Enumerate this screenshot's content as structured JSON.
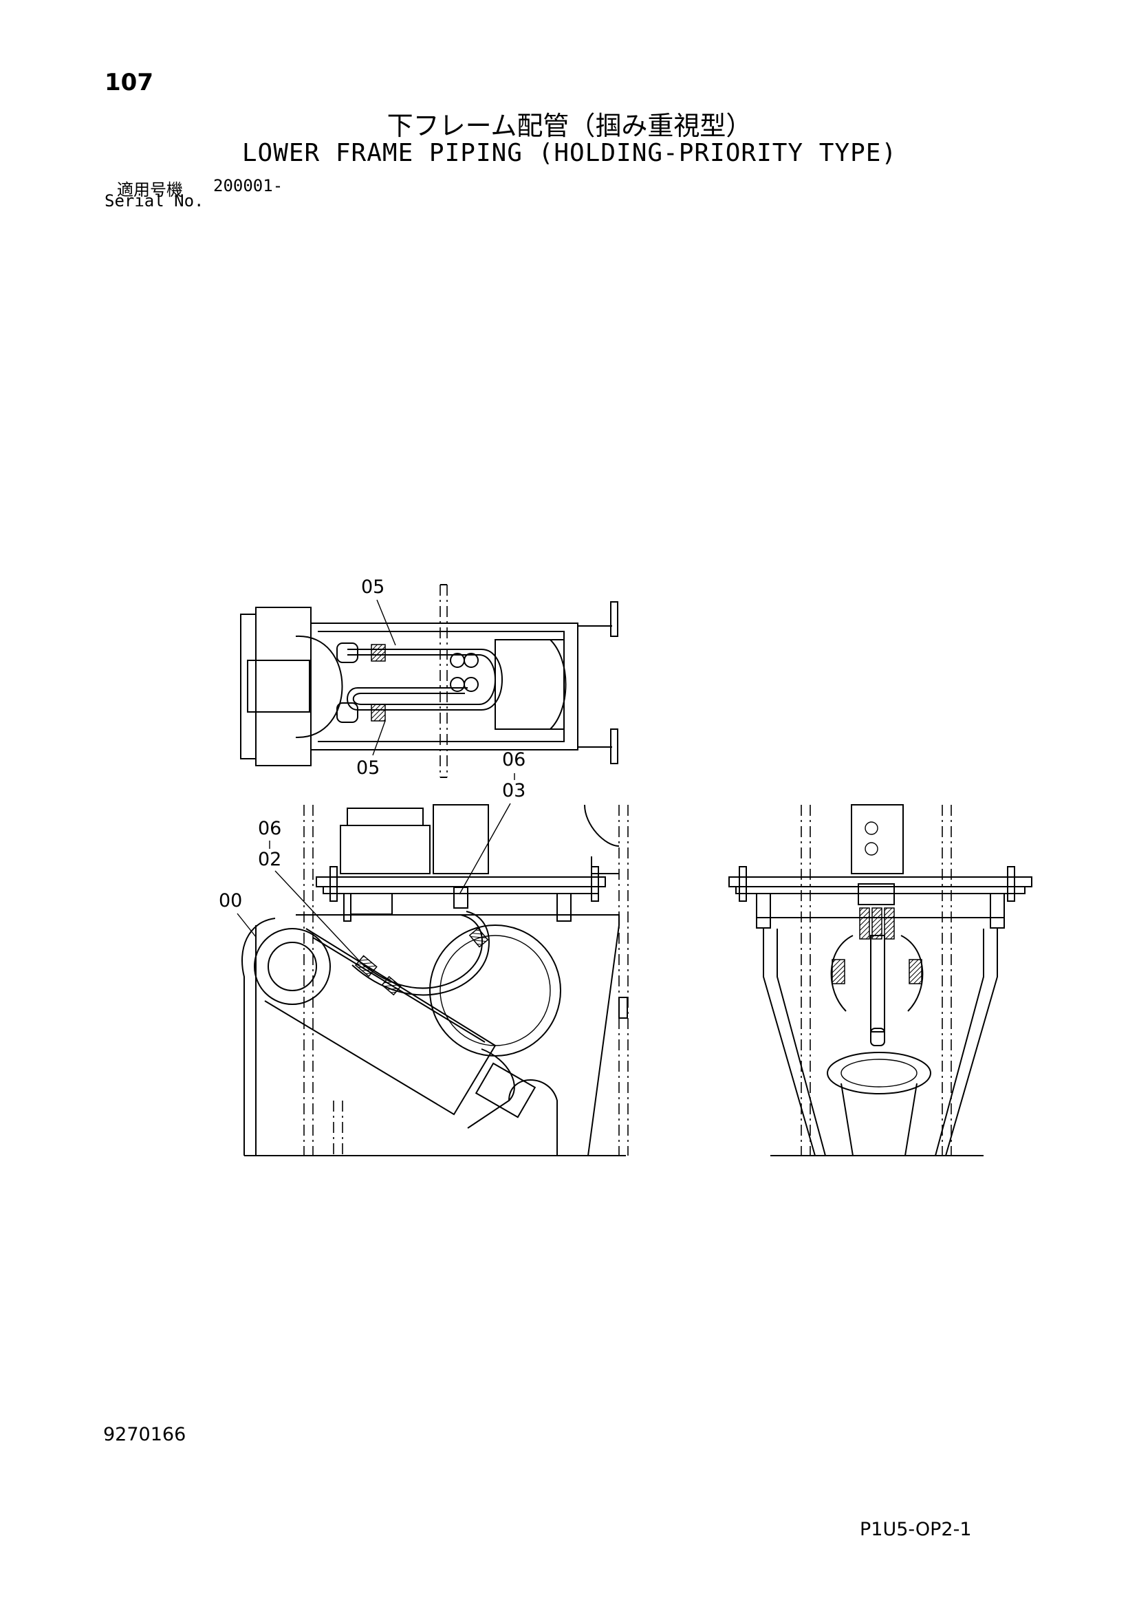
{
  "page_number": "107",
  "title_ja": "下フレーム配管（掴み重視型）",
  "title_en": "LOWER FRAME PIPING (HOLDING-PRIORITY TYPE)",
  "serial": {
    "label_ja": "適用号機",
    "value": "200001-",
    "label_en": "Serial No."
  },
  "callouts": {
    "top_view_upper": "05",
    "top_view_lower": "05",
    "c06_a": "06",
    "c03": "03",
    "c06_b": "06",
    "c02": "02",
    "c00": "00"
  },
  "doc_id": "9270166",
  "page_code": "P1U5-OP2-1"
}
